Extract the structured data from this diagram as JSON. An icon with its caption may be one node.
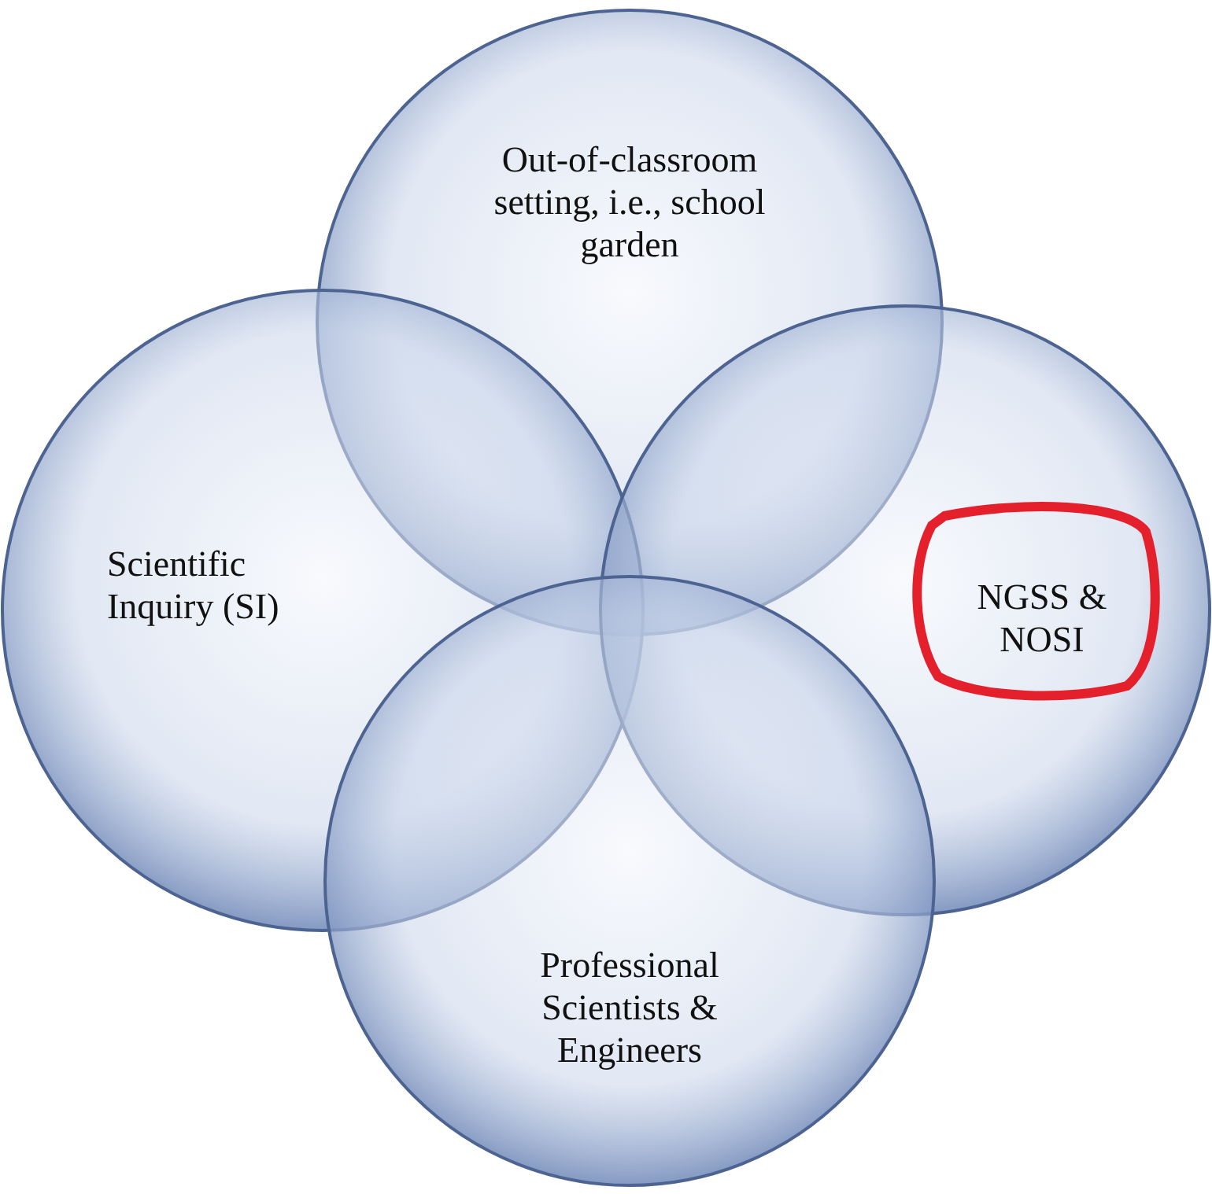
{
  "diagram": {
    "nodes": [
      {
        "text": [
          "Out-of-classroom setting, i.e., school garden"
        ]
      },
      {
        "text": [
          "Scientific Inquiry (SI)"
        ]
      },
      {
        "text": [
          "NGSS & NOSI"
        ]
      },
      {
        "text": [
          "Professional Scientists & Engineers"
        ]
      }
    ]
  }
}
